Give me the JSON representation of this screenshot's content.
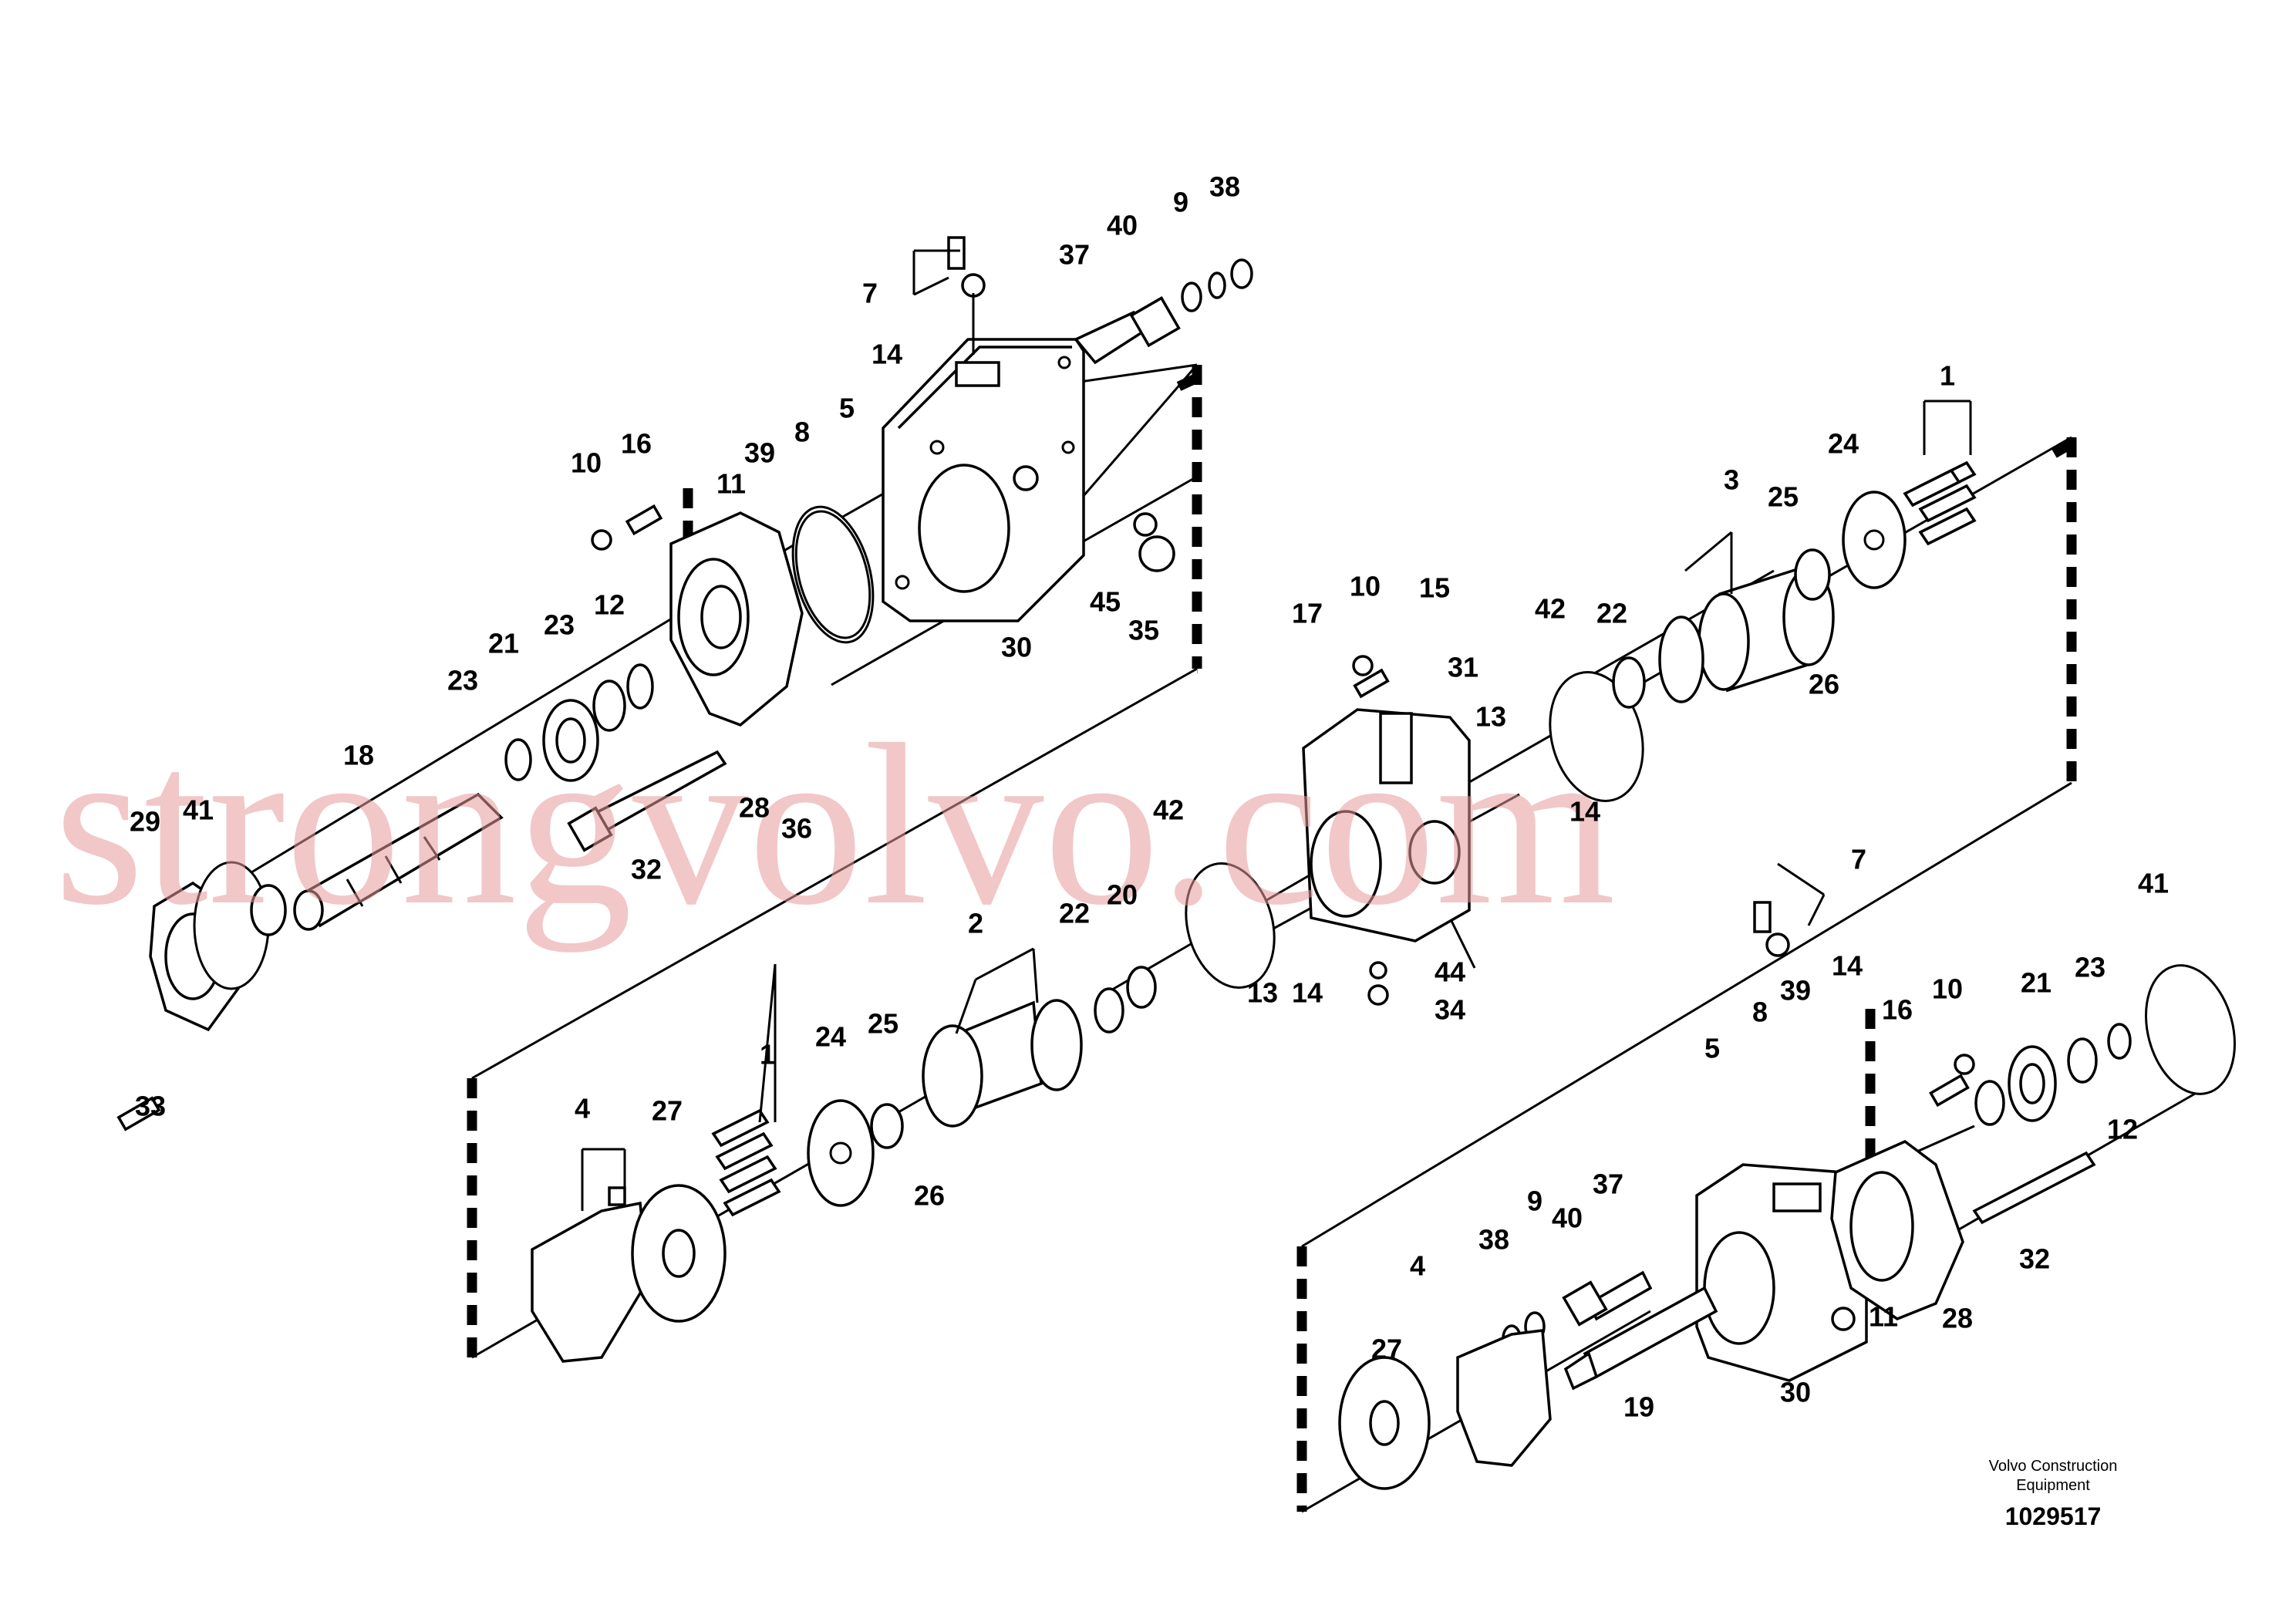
{
  "diagram": {
    "credit_line1": "Volvo Construction",
    "credit_line2": "Equipment",
    "reference_number": "1029517",
    "watermark": "strongvolvo.com",
    "callouts": [
      "1",
      "1",
      "2",
      "3",
      "4",
      "4",
      "5",
      "5",
      "7",
      "7",
      "8",
      "8",
      "9",
      "9",
      "10",
      "10",
      "10",
      "11",
      "11",
      "12",
      "12",
      "13",
      "13",
      "14",
      "14",
      "14",
      "14",
      "15",
      "16",
      "16",
      "17",
      "18",
      "19",
      "20",
      "21",
      "21",
      "22",
      "22",
      "23",
      "23",
      "23",
      "24",
      "24",
      "25",
      "25",
      "26",
      "26",
      "27",
      "27",
      "28",
      "28",
      "29",
      "30",
      "30",
      "31",
      "32",
      "32",
      "33",
      "34",
      "35",
      "36",
      "37",
      "37",
      "38",
      "38",
      "39",
      "39",
      "40",
      "40",
      "41",
      "41",
      "42",
      "42",
      "44",
      "45"
    ]
  }
}
